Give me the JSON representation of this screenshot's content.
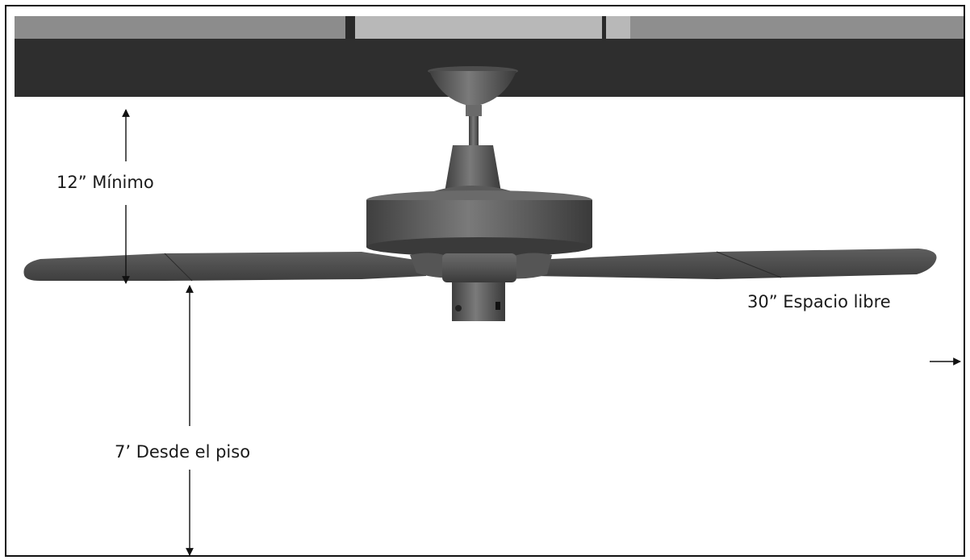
{
  "labels": {
    "min_clearance": "12” Mínimo",
    "floor_height": "7’ Desde el piso",
    "side_clearance": "30” Espacio libre"
  },
  "colors": {
    "ceiling_beam": "#2e2e2e",
    "ceiling_panel_dark": "#8c8c8c",
    "ceiling_panel_light": "#b5b5b5",
    "fan_body": "#5a5a5a",
    "blade": "#4c4c4c",
    "arrow": "#111111"
  }
}
